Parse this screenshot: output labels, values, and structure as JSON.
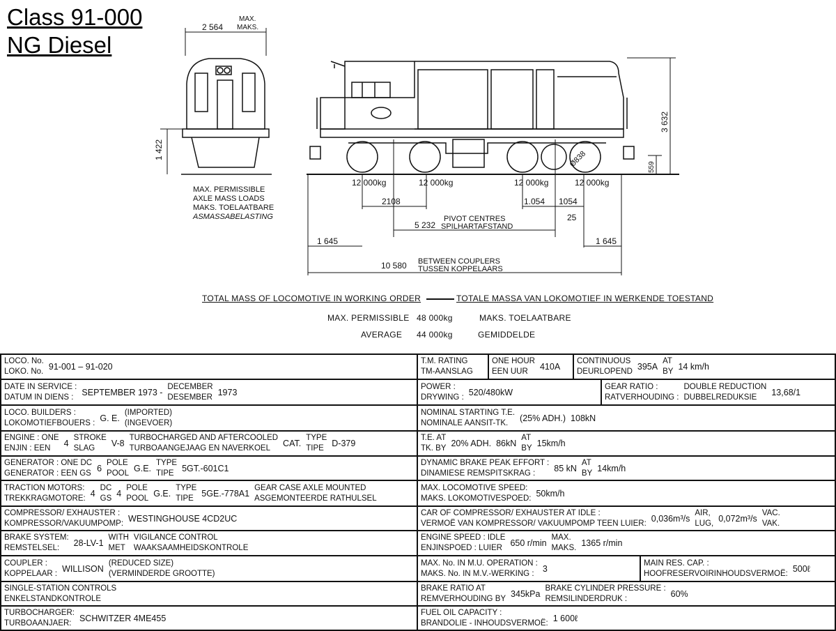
{
  "title": {
    "line1": "Class 91-000",
    "line2": "NG Diesel"
  },
  "drawing": {
    "width_max": "MAX.",
    "width_maks": "MAKS.",
    "width_value": "2 564",
    "front_height": "1 422",
    "overall_height": "3 632",
    "buffer_height": "559",
    "wheel_diameter": "Ø838",
    "axle_loads": [
      "12 000kg",
      "12 000kg",
      "12 000kg",
      "12 000kg"
    ],
    "wheelbase": "2108",
    "half_left": "1.054",
    "half_right": "1054",
    "offset": "25",
    "pivot_value": "5 232",
    "pivot_en": "PIVOT CENTRES",
    "pivot_af": "SPILHARTAFSTAND",
    "overhang_left": "1 645",
    "overhang_right": "1 645",
    "length_value": "10 580",
    "length_en": "BETWEEN COUPLERS",
    "length_af": "TUSSEN KOPPELAARS",
    "axle_note": [
      "MAX. PERMISSIBLE",
      "AXLE MASS LOADS",
      "MAKS. TOELAATBARE",
      "ASMASSABELASTING"
    ]
  },
  "mass": {
    "heading_en": "TOTAL MASS OF LOCOMOTIVE IN WORKING ORDER",
    "heading_af": "TOTALE MASSA VAN LOKOMOTIEF IN WERKENDE TOESTAND",
    "max_label": "MAX. PERMISSIBLE",
    "max_value": "48 000kg",
    "max_label_af": "MAKS. TOELAATBARE",
    "avg_label": "AVERAGE",
    "avg_value": "44 000kg",
    "avg_label_af": "GEMIDDELDE"
  },
  "specs_left": [
    {
      "parts": [
        {
          "segs": [
            [
              "LOCO. No.",
              "LOKO. No."
            ],
            "91-001  –  91-020"
          ]
        }
      ]
    },
    {
      "parts": [
        {
          "segs": [
            [
              "DATE IN SERVICE :",
              "DATUM IN DIENS :"
            ],
            "SEPTEMBER 1973 -",
            [
              "DECEMBER",
              "DESEMBER"
            ],
            "1973"
          ]
        }
      ]
    },
    {
      "parts": [
        {
          "segs": [
            [
              "LOCO. BUILDERS :",
              "LOKOMOTIEFBOUERS :"
            ],
            "G. E.",
            [
              "(IMPORTED)",
              "(INGEVOER)"
            ]
          ]
        }
      ]
    },
    {
      "parts": [
        {
          "segs": [
            [
              "ENGINE : ONE",
              "ENJIN :  EEN"
            ],
            "4",
            [
              "STROKE",
              "SLAG"
            ],
            "V-8",
            [
              "TURBOCHARGED AND AFTERCOOLED",
              "TURBOAANGEJAAG EN NAVERKOEL"
            ],
            "CAT.",
            [
              "TYPE",
              "TIPE"
            ],
            "D-379"
          ]
        }
      ]
    },
    {
      "parts": [
        {
          "segs": [
            [
              "GENERATOR : ONE DC",
              "GENERATOR : EEN GS"
            ],
            "6",
            [
              "POLE",
              "POOL"
            ],
            "G.E.",
            [
              "TYPE",
              "TIPE"
            ],
            "5GT.-601C1"
          ]
        }
      ]
    },
    {
      "parts": [
        {
          "segs": [
            [
              "TRACTION MOTORS:",
              "TREKKRAGMOTORE:"
            ],
            "4",
            [
              "DC",
              "GS"
            ],
            "4",
            [
              "POLE",
              "POOL"
            ],
            "G.E.",
            [
              "TYPE",
              "TIPE"
            ],
            "5GE.-778A1",
            [
              "GEAR CASE AXLE MOUNTED",
              "ASGEMONTEERDE RATHULSEL"
            ]
          ]
        }
      ]
    },
    {
      "parts": [
        {
          "segs": [
            [
              "COMPRESSOR/ EXHAUSTER :",
              "KOMPRESSOR/VAKUUMPOMP:"
            ],
            "WESTINGHOUSE 4CD2UC"
          ]
        }
      ]
    },
    {
      "parts": [
        {
          "segs": [
            [
              "BRAKE SYSTEM:",
              "REMSTELSEL:"
            ],
            "28-LV-1",
            [
              "WITH",
              "MET"
            ],
            [
              "VIGILANCE CONTROL",
              "WAAKSAAMHEIDSKONTROLE"
            ]
          ]
        }
      ]
    },
    {
      "parts": [
        {
          "segs": [
            [
              "COUPLER :",
              "KOPPELAAR :"
            ],
            "WILLISON",
            [
              "(REDUCED SIZE)",
              "(VERMINDERDE GROOTTE)"
            ]
          ]
        }
      ]
    },
    {
      "parts": [
        {
          "segs": [
            [
              "SINGLE-STATION CONTROLS",
              "ENKELSTANDKONTROLE"
            ]
          ]
        }
      ]
    },
    {
      "parts": [
        {
          "segs": [
            [
              "TURBOCHARGER:",
              "TURBOAANJAER:"
            ],
            "SCHWITZER 4ME455"
          ]
        }
      ]
    }
  ],
  "specs_right": [
    {
      "parts": [
        {
          "segs": [
            [
              "T.M. RATING",
              "TM-AANSLAG"
            ]
          ]
        },
        {
          "segs": [
            [
              "ONE HOUR",
              "EEN UUR"
            ],
            "410A"
          ]
        },
        {
          "segs": [
            [
              "CONTINUOUS",
              "DEURLOPEND"
            ],
            "395A",
            [
              "AT",
              "BY"
            ],
            "14 km/h"
          ]
        }
      ]
    },
    {
      "parts": [
        {
          "segs": [
            [
              "POWER :",
              "DRYWING :"
            ],
            "520/480kW"
          ]
        },
        {
          "segs": [
            [
              "GEAR RATIO :",
              "RATVERHOUDING :"
            ],
            [
              "DOUBLE REDUCTION",
              "DUBBELREDUKSIE"
            ],
            "13,68/1"
          ]
        }
      ]
    },
    {
      "parts": [
        {
          "segs": [
            [
              "NOMINAL STARTING T.E.",
              "NOMINALE AANSIT-TK."
            ],
            "(25% ADH.)",
            "108kN"
          ]
        }
      ]
    },
    {
      "parts": [
        {
          "segs": [
            [
              "T.E. AT",
              "TK. BY"
            ],
            "20% ADH.",
            "86kN",
            [
              "AT",
              "BY"
            ],
            "15km/h"
          ]
        }
      ]
    },
    {
      "parts": [
        {
          "segs": [
            [
              "DYNAMIC BRAKE PEAK EFFORT :",
              "DINAMIESE REMSPITSKRAG :"
            ],
            "85 kN",
            [
              "AT",
              "BY"
            ],
            "14km/h"
          ]
        }
      ]
    },
    {
      "parts": [
        {
          "segs": [
            [
              "MAX. LOCOMOTIVE SPEED:",
              "MAKS. LOKOMOTIVESPOED:"
            ],
            "50km/h"
          ]
        }
      ]
    },
    {
      "parts": [
        {
          "segs": [
            [
              "CAR OF COMPRESSOR/ EXHAUSTER AT IDLE :",
              "VERMOË VAN KOMPRESSOR/ VAKUUMPOMP TEEN LUIER:"
            ],
            "0,036m³/s",
            [
              "AIR,",
              "LUG,"
            ],
            "0,072m³/s",
            [
              "VAC.",
              "VAK."
            ]
          ]
        }
      ]
    },
    {
      "parts": [
        {
          "segs": [
            [
              "ENGINE SPEED : IDLE",
              "ENJINSPOED :  LUIER"
            ],
            "650 r/min",
            [
              "MAX.",
              "MAKS."
            ],
            "1365 r/min"
          ]
        }
      ]
    },
    {
      "parts": [
        {
          "segs": [
            [
              "MAX. No. IN M.U. OPERATION :",
              "MAKS. No. IN M.V.-WERKING :"
            ],
            "3"
          ]
        },
        {
          "segs": [
            [
              "MAIN RES. CAP. :",
              "HOOFRESERVOIRINHOUDSVERMOË:"
            ],
            "500ℓ"
          ]
        }
      ]
    },
    {
      "parts": [
        {
          "segs": [
            [
              "BRAKE RATIO AT",
              "REMVERHOUDING BY"
            ],
            "345kPa",
            [
              "BRAKE CYLINDER PRESSURE :",
              "REMSILINDERDRUK :"
            ],
            "60%"
          ]
        }
      ]
    },
    {
      "parts": [
        {
          "segs": [
            [
              "FUEL OIL CAPACITY :",
              "BRANDOLIE - INHOUDSVERMOË:"
            ],
            "1 600ℓ"
          ]
        }
      ]
    }
  ]
}
